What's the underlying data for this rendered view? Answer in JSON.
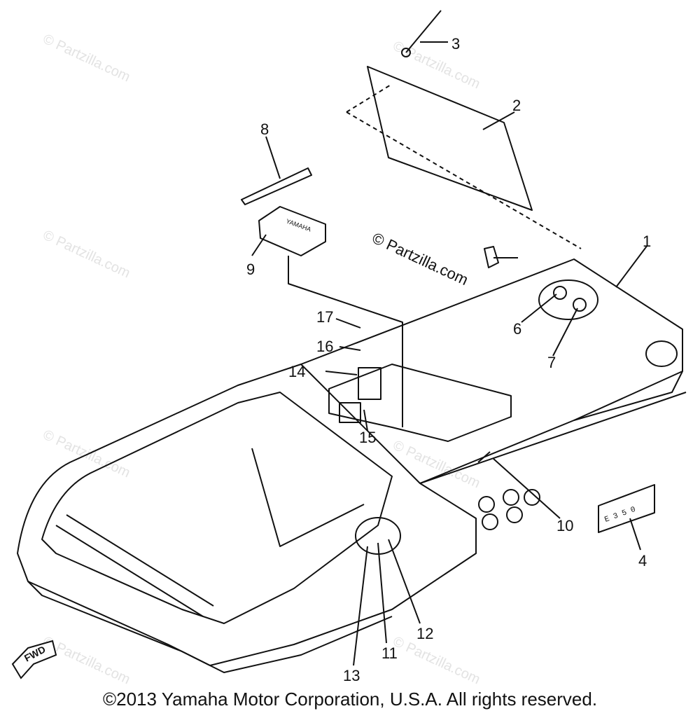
{
  "diagram": {
    "callouts": [
      "1",
      "2",
      "3",
      "4",
      "6",
      "7",
      "8",
      "9",
      "10",
      "11",
      "12",
      "13",
      "14",
      "15",
      "16",
      "17"
    ],
    "fwd_label": "FWD",
    "battery_brand": "YAMAHA",
    "plate_text": "E 3 5 0",
    "watermark": "© Partzilla.com",
    "center_watermark": "© Partzilla.com"
  },
  "footer": {
    "copyright": "©2013 Yamaha Motor Corporation, U.S.A. All rights reserved."
  }
}
